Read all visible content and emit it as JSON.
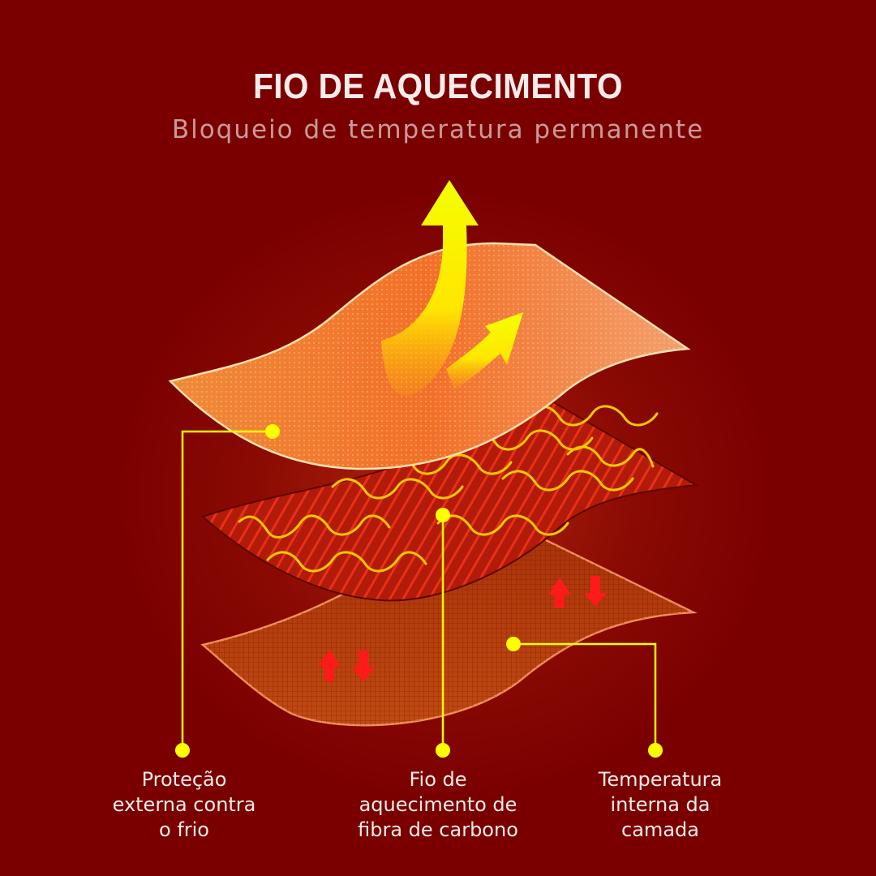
{
  "header": {
    "title": "FIO DE AQUECIMENTO",
    "subtitle": "Bloqueio de temperatura permanente"
  },
  "colors": {
    "background": "#7a0000",
    "title": "#f8eceb",
    "subtitle": "#c99a98",
    "callout": "#ffff00",
    "heat_arrow": "#f4ff00",
    "top_layer": "#f07a2a",
    "wire_glow": "#ffd400",
    "airflow_arrow": "#ff1010"
  },
  "diagram": {
    "layers": [
      {
        "name": "top-protection-layer",
        "pattern": "dotted"
      },
      {
        "name": "carbon-fiber-heating-layer",
        "pattern": "zigzag-wire"
      },
      {
        "name": "inner-temperature-layer",
        "pattern": "grid"
      }
    ],
    "icons": [
      "heat-escape-arrow-icon",
      "air-circulation-arrows-icon"
    ]
  },
  "callouts": [
    {
      "id": "protection",
      "lines": [
        "Proteção",
        "externa contra",
        "o frio"
      ]
    },
    {
      "id": "heating-wire",
      "lines": [
        "Fio de",
        "aquecimento de",
        "fibra de carbono"
      ]
    },
    {
      "id": "inner-temp",
      "lines": [
        "Temperatura",
        "interna da",
        "camada"
      ]
    }
  ]
}
